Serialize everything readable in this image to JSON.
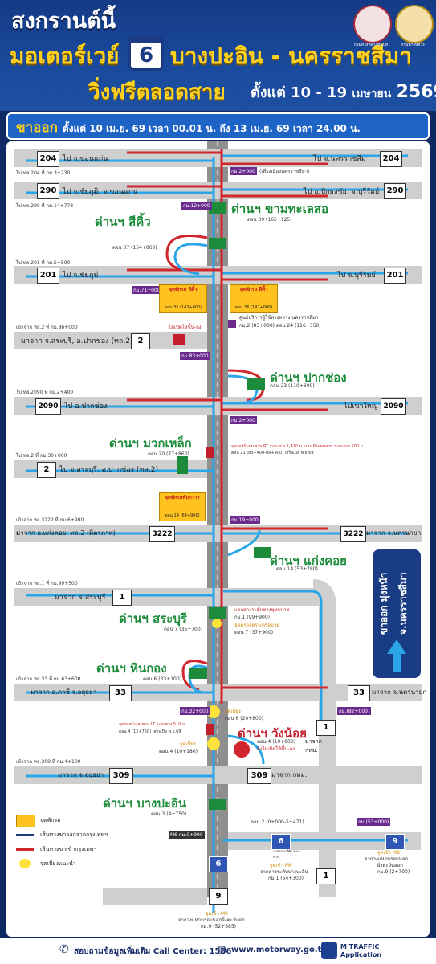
{
  "header": {
    "line1": "สงกรานต์นี้",
    "line2_left": "มอเตอร์เวย์",
    "route_no": "6",
    "line2_right": "บางปะอิน - นครราชสีมา",
    "line3_big": "วิ่งฟรีตลอดสาย",
    "line3_small": "ตั้งแต่ 10 - 19",
    "line3_month": "เมษายน",
    "line3_year": "2569",
    "logo1_caption": "กรมทางหลวงชนบท",
    "logo2_caption": "กรมทางหลวง"
  },
  "banner": {
    "label": "ขาออก",
    "text": "ตั้งแต่ 10 เม.ย. 69 เวลา 00.01 น. ถึง 13 เม.ย. 69 เวลา 24.00 น."
  },
  "roads": {
    "r204_left": "ไป จ.ขอนแก่น",
    "r204_right": "ไป จ.นครราชสีมา",
    "r204_note": "ไป ทล.204 ที่ กม.3+230",
    "r204_num": "204",
    "km2": "กม.2+000",
    "km2_note": "(เลี่ยงเมืองนครราชสีมา)",
    "r290_left": "ไป จ.ชัยภูมิ, จ.ขอนแก่น",
    "r290_right": "ไป อ.ปักธงชัย, จ.บุรีรัมย์",
    "r290_note": "ไป ทล.290 ที่ กม.14+778",
    "r290_num": "290",
    "km12": "กม.12+000",
    "r201_left": "ไป จ.ชัยภูมิ",
    "r201_right": "ไป จ.บุรีรัมย์",
    "r201_note": "ไป ทล.201 ที่ กม.5+500",
    "r201_num": "201",
    "km71": "กม.71+000",
    "r2a_left": "มาจาก จ.สระบุรี, อ.ปากช่อง (ทล.2)",
    "r2a_note": "เข้าจาก ทล.2 ที่ กม.86+000",
    "r2a_num": "2",
    "no_access": "ไม่เปิดให้ขึ้น-ลง",
    "km83": "กม.83+000",
    "r2090_left": "ไป อ.ปากช่อง",
    "r2090_right": "ไปเขาใหญ่",
    "r2090_note": "ไป ทล.2090 ที่ กม.2+400",
    "r2090_num": "2090",
    "km2b": "กม.2+000",
    "r2b_left": "ไป จ.สระบุรี, อ.ปากช่อง (ทล.2)",
    "r2b_note": "ไป ทล.2 ที่ กม.30+000",
    "r2b_num": "2",
    "r3222_left": "มาจาก อ.แก่งคอย, ทล.2 (มิตรภาพ)",
    "r3222_right": "มาจาก จ.นครนายก",
    "r3222_note": "เข้าจาก ทล.3222 ที่ กม.6+900",
    "r3222_num": "3222",
    "km19": "กม.19+000",
    "r1_left": "มาจาก จ.สระบุรี",
    "r1_note": "เข้าจาก ทล.1 ที่ กม.99+500",
    "r1_num": "1",
    "r33_left": "มาจาก อ.ภาชี จ.อยุธยา",
    "r33_right": "มาจาก จ.นครนายก",
    "r33_note": "เข้าจาก ทล.33 ที่ กม.63+600",
    "r33_num": "33",
    "km32": "กม.32+000",
    "km82": "กม.(82+000)",
    "r309_left": "มาจาก จ.อยุธยา",
    "r309_right": "มาจาก กทม.",
    "r309_note": "เข้าจาก ทล.309 ที่ กม.4+100",
    "r309_num": "309",
    "r1b_left": "มาจาก กทม.",
    "r1b_num": "1",
    "km53": "กม.(53+000)",
    "r9_num": "9",
    "r6_num": "6",
    "m6_km": "M6 กม.0+990"
  },
  "plazas": {
    "p_khamtale_name": "ด่านฯ ขามทะเลสอ",
    "p_khamtale_km": "ตอน 39 (165+125)",
    "p_sikhio_name": "ด่านฯ สีคิ้ว",
    "p_sikhio_km": "ตอน 37 (154+060)",
    "p_pakchong_name": "ด่านฯ ปากช่อง",
    "p_pakchong_km": "ตอน 23 (110+600)",
    "p_muaklek_name": "ด่านฯ มวกเหล็ก",
    "p_muaklek_km": "ตอน 20 (77+860)",
    "p_kaengkhoi_name": "ด่านฯ แก่งคอย",
    "p_kaengkhoi_km": "ตอน 14 (53+780)",
    "p_saraburi_name": "ด่านฯ สระบุรี",
    "p_saraburi_km": "ตอน 7 (35+700)",
    "p_hinkong_name": "ด่านฯ หินกอง",
    "p_hinkong_km": "ตอน 6 (33+100)",
    "p_wangnoi_name": "ด่านฯ วังน้อย",
    "p_wangnoi_km": "ตอน 4 (10+800)",
    "p_wangnoi_note": "ยังไม่เปิดให้ขึ้น-ลง",
    "p_bangpain_name": "ด่านฯ บางปะอิน",
    "p_bangpain_km": "ตอน 3 (4+750)"
  },
  "rest": {
    "sikhio_left": "จุดพักรถ สีคิ้ว",
    "sikhio_left_km": "ตอน 35 (147+000)",
    "sikhio_right": "จุดพักรถ สีคิ้ว",
    "sikhio_right_km": "ตอน 36 (147+000)",
    "service_center": "ศูนย์บริการผู้ใช้ทางหลวง นครราชสีมา",
    "service_center_km": "กม.2 (83+000) ตอน 24 (116+350)",
    "thapkwang": "จุดพักรถทับกวาง",
    "thapkwang_km": "ตอน 14 (64+900)",
    "rt_note": "จุดก่อสร้างสะพาน RT ระยะทาง 1,470 ม. และ Pavement ระยะทาง 500 ม.",
    "rt_note2": "ตอน 21 (83+400-86+900) เสร็จเปิด พ.ย.69",
    "saraburi_rest": "แยกต่างระดับทางพุทธบาท",
    "saraburi_rest_km": "กม.1 (99+900)",
    "saraburi_check": "จุดตรวจตราเครือข่าย",
    "saraburi_check_km": "ตอน 7 (37+900)",
    "lt_note": "จุดก่อสร้างสะพาน LT ระยะทาง 510 ม.",
    "lt_note2": "ตอน 4 (12+750) เสร็จเปิด พ.ย.69",
    "detour1": "จุดเบี่ยง",
    "detour1_km": "ตอน 6 (20+800)",
    "detour2": "จุดเบี่ยง",
    "detour2_km": "ตอน 4 (10+180)",
    "km_end": "ตอน 2 (0+000-5+471)",
    "m6_entry": "จุดเข้า M6",
    "m6_entry2": "จากต่างระดับบางปะอิน",
    "m6_entry_km": "กม.1 (54+300)",
    "m8_entry": "จุดเข้า M8",
    "m8_entry2": "จากวงแหวนรอบนอก",
    "m8_entry3": "ฝั่งตะวันออก",
    "m8_entry_km": "กม.9 (2+700)",
    "m9_entry": "จุดเข้า M9",
    "m9_entry2": "จากวงแหวนรอบนอกฝั่งตะวันตก",
    "m9_entry_km": "กม.9 (52+385)",
    "pole_label": "มาตรการ M6 ระยะทาง"
  },
  "legend": {
    "rest": "จุดพักรถ",
    "out_route": "เส้นทางขาออกจากกรุงเทพฯ",
    "in_route": "เส้นทางขาเข้ากรุงเทพฯ",
    "detour": "จุดเบี่ยงแนะนำ"
  },
  "side_tag": {
    "line1": "ขาออก มุ่งหน้า",
    "line2": "จ.นครราชสีมา"
  },
  "footer": {
    "callcenter": "สอบถามข้อมูลเพิ่มเติม Call Center: 1586",
    "website": "www.motorway.go.th",
    "app": "M TRAFFIC Application"
  },
  "colors": {
    "blue_route": "#2aa6e8",
    "red_route": "#d2262e",
    "road": "#cfcfcf",
    "motorway": "#8f8f8f",
    "plaza_green": "#1c8c3a",
    "header_blue": "#163f8c",
    "yellow": "#ffd21f"
  }
}
